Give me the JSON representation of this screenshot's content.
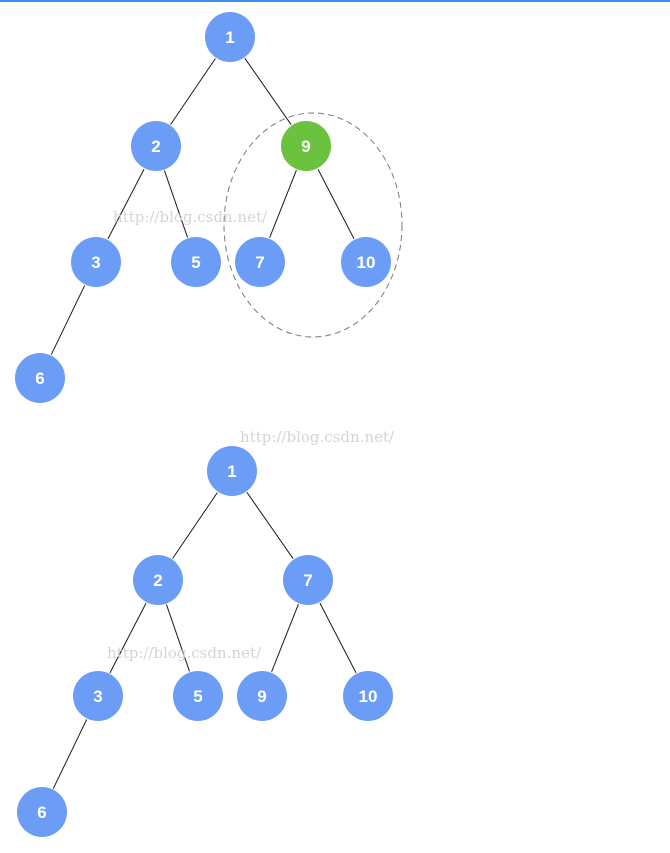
{
  "colors": {
    "top_bar": "#3d8ef0",
    "node": "#6b9cf6",
    "highlight_node": "#6ac23e",
    "edge": "#1a1a1a",
    "dashed_outline": "#7a7a7a",
    "watermark": "#d4d4d4"
  },
  "watermark_text": "http://blog.csdn.net/",
  "trees": [
    {
      "id": "before",
      "nodes": [
        {
          "id": "a1",
          "label": "1"
        },
        {
          "id": "a2",
          "label": "2"
        },
        {
          "id": "a9",
          "label": "9",
          "highlighted": true
        },
        {
          "id": "a3",
          "label": "3"
        },
        {
          "id": "a5",
          "label": "5"
        },
        {
          "id": "a7",
          "label": "7"
        },
        {
          "id": "a10",
          "label": "10"
        },
        {
          "id": "a6",
          "label": "6"
        }
      ],
      "edges": [
        [
          "a1",
          "a2"
        ],
        [
          "a1",
          "a9"
        ],
        [
          "a2",
          "a3"
        ],
        [
          "a2",
          "a5"
        ],
        [
          "a9",
          "a7"
        ],
        [
          "a9",
          "a10"
        ],
        [
          "a3",
          "a6"
        ]
      ],
      "highlighted_subtree": "a9"
    },
    {
      "id": "after",
      "nodes": [
        {
          "id": "b1",
          "label": "1"
        },
        {
          "id": "b2",
          "label": "2"
        },
        {
          "id": "b7",
          "label": "7"
        },
        {
          "id": "b3",
          "label": "3"
        },
        {
          "id": "b5",
          "label": "5"
        },
        {
          "id": "b9",
          "label": "9"
        },
        {
          "id": "b10",
          "label": "10"
        },
        {
          "id": "b6",
          "label": "6"
        }
      ],
      "edges": [
        [
          "b1",
          "b2"
        ],
        [
          "b1",
          "b7"
        ],
        [
          "b2",
          "b3"
        ],
        [
          "b2",
          "b5"
        ],
        [
          "b7",
          "b9"
        ],
        [
          "b7",
          "b10"
        ],
        [
          "b3",
          "b6"
        ]
      ]
    }
  ]
}
